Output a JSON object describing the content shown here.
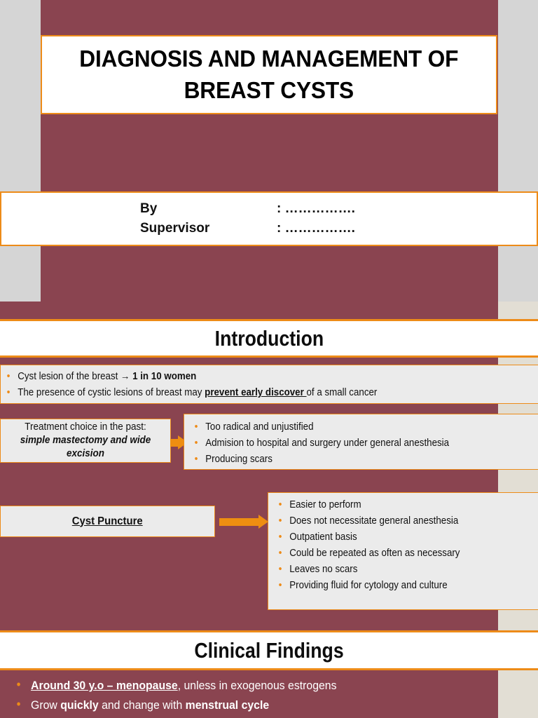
{
  "theme": {
    "maroon": "#8a4450",
    "orange": "#ed8b18",
    "light_gray": "#d5d5d5",
    "beige": "#e2ded4",
    "box_gray": "#ebebeb",
    "white": "#ffffff"
  },
  "slide1": {
    "title_line1": "DIAGNOSIS AND MANAGEMENT OF",
    "title_line2": "BREAST CYSTS",
    "credits": [
      {
        "label": "By",
        "value": ": ……………."
      },
      {
        "label": "Supervisor",
        "value": ": ……………."
      }
    ]
  },
  "slide2": {
    "heading": "Introduction",
    "intro_bullets": [
      "Cyst lesion of the breast → 1 in 10 women",
      "The presence of cystic lesions of breast may prevent early discover of a small cancer"
    ],
    "past_treatment": {
      "label_plain": "Treatment choice in the past: ",
      "label_emphasis": "simple mastectomy and wide excision",
      "bullets": [
        "Too radical and unjustified",
        "Admision to hospital and surgery under general anesthesia",
        "Producing scars"
      ]
    },
    "cyst_puncture": {
      "label": "Cyst Puncture",
      "bullets": [
        "Easier to perform",
        "Does not necessitate general anesthesia",
        "Outpatient basis",
        "Could be repeated as often as necessary",
        "Leaves no scars",
        "Providing fluid for cytology and culture"
      ]
    }
  },
  "slide3": {
    "heading": "Clinical Findings",
    "bullets": [
      "Around 30 y.o – menopause, unless in exogenous estrogens",
      "Grow quickly and change with menstrual cycle"
    ]
  }
}
